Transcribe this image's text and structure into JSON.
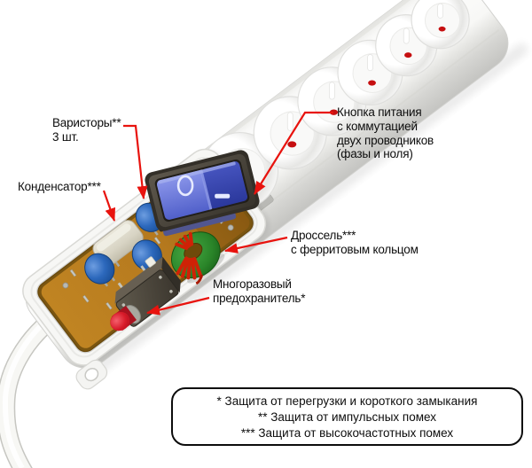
{
  "labels": {
    "varistors": {
      "text": "Варисторы**\n3 шт."
    },
    "capacitor": {
      "text": "Конденсатор***"
    },
    "power_button": {
      "text": "Кнопка питания\nс коммутацией\nдвух проводников\n(фазы и ноля)"
    },
    "choke": {
      "text": "Дроссель***\nс ферритовым кольцом"
    },
    "fuse": {
      "text": "Многоразовый\nпредохранитель*"
    }
  },
  "footnotes": {
    "line1": "* Защита от перегрузки и короткого замыкания",
    "line2": "** Защита от импульсных помех",
    "line3": "*** Защита от высокочастотных помех"
  },
  "switch": {
    "off_symbol": "O",
    "on_symbol": "I"
  },
  "outlets": {
    "count": 6
  },
  "colors": {
    "annotation_red": "#e8130e",
    "switch_blue": "#4c5cc8",
    "bezel_dark": "#46413a",
    "pcb_orange": "#b5791e",
    "varistor_blue": "#2563b8",
    "capacitor_beige": "#dbd7c8",
    "toroid_green": "#2e8f2e",
    "winding_red": "#cf2206",
    "fuse_body": "#4c473d",
    "reset_button_red": "#d81b2a",
    "socket_dot_red": "#c60f10",
    "strip_white": "#f9f9f7"
  }
}
